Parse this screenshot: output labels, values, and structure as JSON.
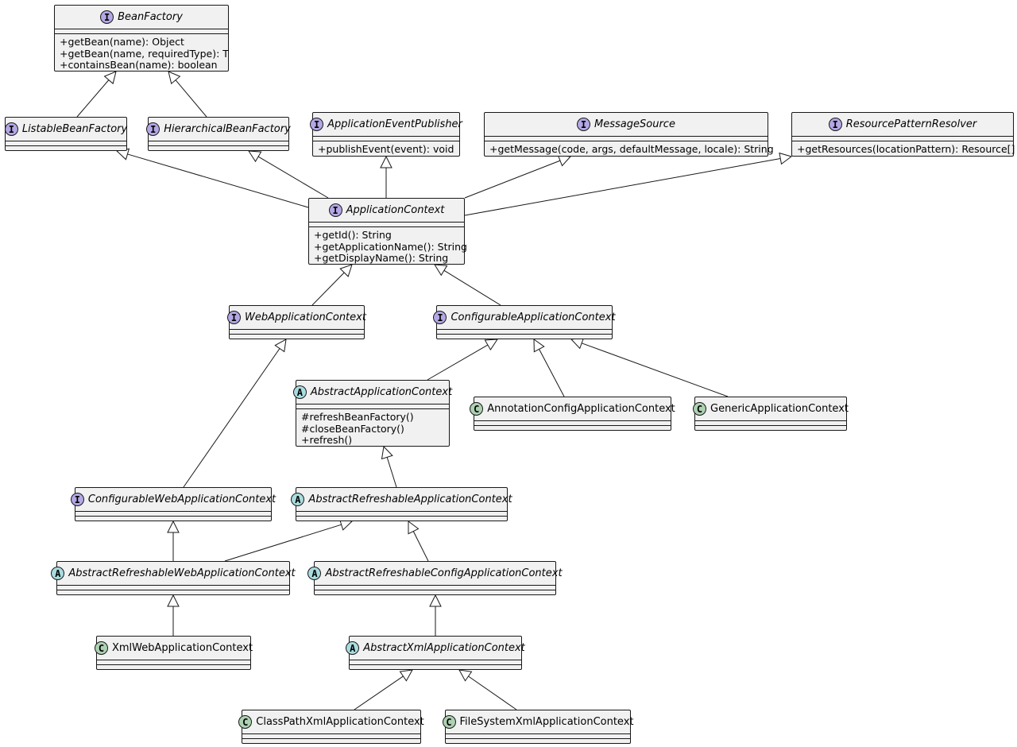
{
  "stereotypes": {
    "interface": "I",
    "abstract": "A",
    "class": "C"
  },
  "nodes": [
    {
      "id": "beanFactory",
      "kind": "interface",
      "name": "BeanFactory",
      "methods": [
        "+getBean(name): Object",
        "+getBean(name, requiredType): T",
        "+containsBean(name): boolean"
      ]
    },
    {
      "id": "listableBeanFactory",
      "kind": "interface",
      "name": "ListableBeanFactory",
      "methods": []
    },
    {
      "id": "hierarchicalBeanFactory",
      "kind": "interface",
      "name": "HierarchicalBeanFactory",
      "methods": []
    },
    {
      "id": "applicationEventPublisher",
      "kind": "interface",
      "name": "ApplicationEventPublisher",
      "methods": [
        "+publishEvent(event): void"
      ]
    },
    {
      "id": "messageSource",
      "kind": "interface",
      "name": "MessageSource",
      "methods": [
        "+getMessage(code, args, defaultMessage, locale): String"
      ]
    },
    {
      "id": "resourcePatternResolver",
      "kind": "interface",
      "name": "ResourcePatternResolver",
      "methods": [
        "+getResources(locationPattern): Resource[]"
      ]
    },
    {
      "id": "applicationContext",
      "kind": "interface",
      "name": "ApplicationContext",
      "methods": [
        "+getId(): String",
        "+getApplicationName(): String",
        "+getDisplayName(): String"
      ]
    },
    {
      "id": "webApplicationContext",
      "kind": "interface",
      "name": "WebApplicationContext",
      "methods": []
    },
    {
      "id": "configurableApplicationContext",
      "kind": "interface",
      "name": "ConfigurableApplicationContext",
      "methods": []
    },
    {
      "id": "abstractApplicationContext",
      "kind": "abstract",
      "name": "AbstractApplicationContext",
      "methods": [
        "#refreshBeanFactory()",
        "#closeBeanFactory()",
        "+refresh()"
      ]
    },
    {
      "id": "annotationConfigApplicationContext",
      "kind": "class",
      "name": "AnnotationConfigApplicationContext",
      "methods": []
    },
    {
      "id": "genericApplicationContext",
      "kind": "class",
      "name": "GenericApplicationContext",
      "methods": []
    },
    {
      "id": "configurableWebApplicationContext",
      "kind": "interface",
      "name": "ConfigurableWebApplicationContext",
      "methods": []
    },
    {
      "id": "abstractRefreshableApplicationContext",
      "kind": "abstract",
      "name": "AbstractRefreshableApplicationContext",
      "methods": []
    },
    {
      "id": "abstractRefreshableWebApplicationContext",
      "kind": "abstract",
      "name": "AbstractRefreshableWebApplicationContext",
      "methods": []
    },
    {
      "id": "abstractRefreshableConfigApplicationContext",
      "kind": "abstract",
      "name": "AbstractRefreshableConfigApplicationContext",
      "methods": []
    },
    {
      "id": "xmlWebApplicationContext",
      "kind": "class",
      "name": "XmlWebApplicationContext",
      "methods": []
    },
    {
      "id": "abstractXmlApplicationContext",
      "kind": "abstract",
      "name": "AbstractXmlApplicationContext",
      "methods": []
    },
    {
      "id": "classPathXmlApplicationContext",
      "kind": "class",
      "name": "ClassPathXmlApplicationContext",
      "methods": []
    },
    {
      "id": "fileSystemXmlApplicationContext",
      "kind": "class",
      "name": "FileSystemXmlApplicationContext",
      "methods": []
    }
  ],
  "edges": [
    {
      "from": "listableBeanFactory",
      "to": "beanFactory"
    },
    {
      "from": "hierarchicalBeanFactory",
      "to": "beanFactory"
    },
    {
      "from": "applicationContext",
      "to": "listableBeanFactory"
    },
    {
      "from": "applicationContext",
      "to": "hierarchicalBeanFactory"
    },
    {
      "from": "applicationContext",
      "to": "applicationEventPublisher"
    },
    {
      "from": "applicationContext",
      "to": "messageSource"
    },
    {
      "from": "applicationContext",
      "to": "resourcePatternResolver"
    },
    {
      "from": "webApplicationContext",
      "to": "applicationContext"
    },
    {
      "from": "configurableApplicationContext",
      "to": "applicationContext"
    },
    {
      "from": "configurableWebApplicationContext",
      "to": "webApplicationContext"
    },
    {
      "from": "abstractApplicationContext",
      "to": "configurableApplicationContext"
    },
    {
      "from": "annotationConfigApplicationContext",
      "to": "configurableApplicationContext"
    },
    {
      "from": "genericApplicationContext",
      "to": "configurableApplicationContext"
    },
    {
      "from": "abstractRefreshableApplicationContext",
      "to": "abstractApplicationContext"
    },
    {
      "from": "abstractRefreshableWebApplicationContext",
      "to": "configurableWebApplicationContext"
    },
    {
      "from": "abstractRefreshableWebApplicationContext",
      "to": "abstractRefreshableApplicationContext"
    },
    {
      "from": "abstractRefreshableConfigApplicationContext",
      "to": "abstractRefreshableApplicationContext"
    },
    {
      "from": "xmlWebApplicationContext",
      "to": "abstractRefreshableWebApplicationContext"
    },
    {
      "from": "abstractXmlApplicationContext",
      "to": "abstractRefreshableConfigApplicationContext"
    },
    {
      "from": "classPathXmlApplicationContext",
      "to": "abstractXmlApplicationContext"
    },
    {
      "from": "fileSystemXmlApplicationContext",
      "to": "abstractXmlApplicationContext"
    }
  ]
}
